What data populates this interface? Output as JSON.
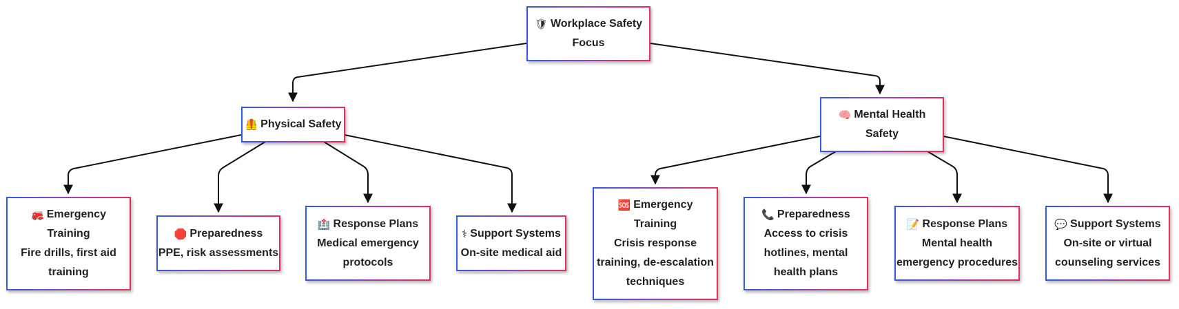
{
  "root": {
    "icon": "shield-icon",
    "glyph": "🛡",
    "lines": [
      "Workplace Safety",
      "Focus"
    ]
  },
  "physical": {
    "icon": "safety-vest-icon",
    "glyph": "🦺",
    "lines": [
      "Physical Safety"
    ]
  },
  "mental": {
    "icon": "brain-icon",
    "glyph": "🧠",
    "lines": [
      "Mental Health",
      "Safety"
    ]
  },
  "p_emergency": {
    "icon": "fire-engine-icon",
    "glyph": "🚒",
    "lines": [
      "Emergency",
      "Training",
      "Fire drills, first aid",
      "training"
    ]
  },
  "p_prepared": {
    "icon": "stop-sign-icon",
    "glyph": "🛑",
    "lines": [
      "Preparedness",
      "PPE, risk assessments"
    ]
  },
  "p_response": {
    "icon": "hospital-icon",
    "glyph": "🏥",
    "lines": [
      "Response Plans",
      "Medical emergency",
      "protocols"
    ]
  },
  "p_support": {
    "icon": "medical-symbol-icon",
    "glyph": "⚕",
    "lines": [
      "Support Systems",
      "On-site medical aid"
    ]
  },
  "m_emergency": {
    "icon": "sos-icon",
    "glyph": "🆘",
    "lines": [
      "Emergency",
      "Training",
      "Crisis response",
      "training, de-escalation",
      "techniques"
    ]
  },
  "m_prepared": {
    "icon": "telephone-icon",
    "glyph": "📞",
    "lines": [
      "Preparedness",
      "Access to crisis",
      "hotlines, mental",
      "health plans"
    ]
  },
  "m_response": {
    "icon": "memo-icon",
    "glyph": "📝",
    "lines": [
      "Response Plans",
      "Mental health",
      "emergency procedures"
    ]
  },
  "m_support": {
    "icon": "speech-bubble-icon",
    "glyph": "💬",
    "lines": [
      "Support Systems",
      "On-site or virtual",
      "counseling services"
    ]
  }
}
